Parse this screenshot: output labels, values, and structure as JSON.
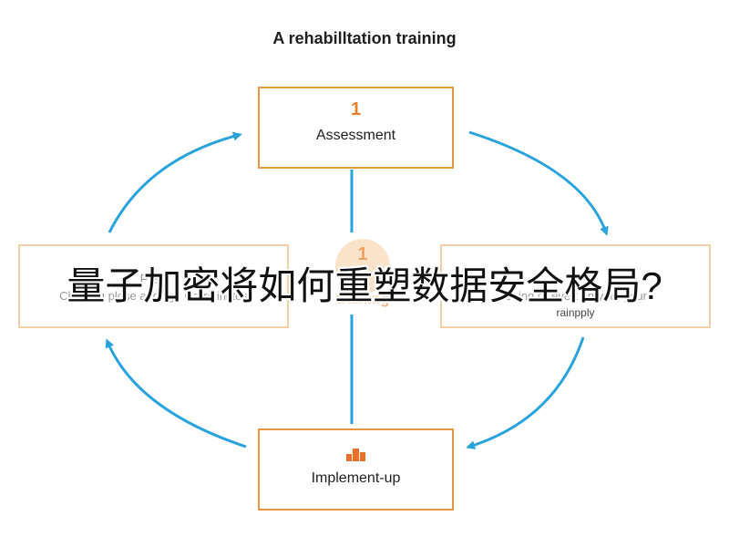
{
  "title": "A rehabilltation training",
  "steps": {
    "assessment": {
      "number": "1",
      "label": "Assessment"
    },
    "implement": {
      "label": "Implement-up"
    },
    "plan": {
      "title": "Plan",
      "subtitle": "Clocking plose and ligh Carrelinctes"
    },
    "reevaluate": {
      "subtitle_line1": "Using or evert on your your",
      "subtitle_line2": "rainpply"
    }
  },
  "center": {
    "number": "1",
    "label": "training"
  },
  "overlay_text": "量子加密将如何重塑数据安全格局?",
  "colors": {
    "box_border": "#e8963c",
    "arrow": "#29a3dc",
    "number": "#e8802a"
  }
}
